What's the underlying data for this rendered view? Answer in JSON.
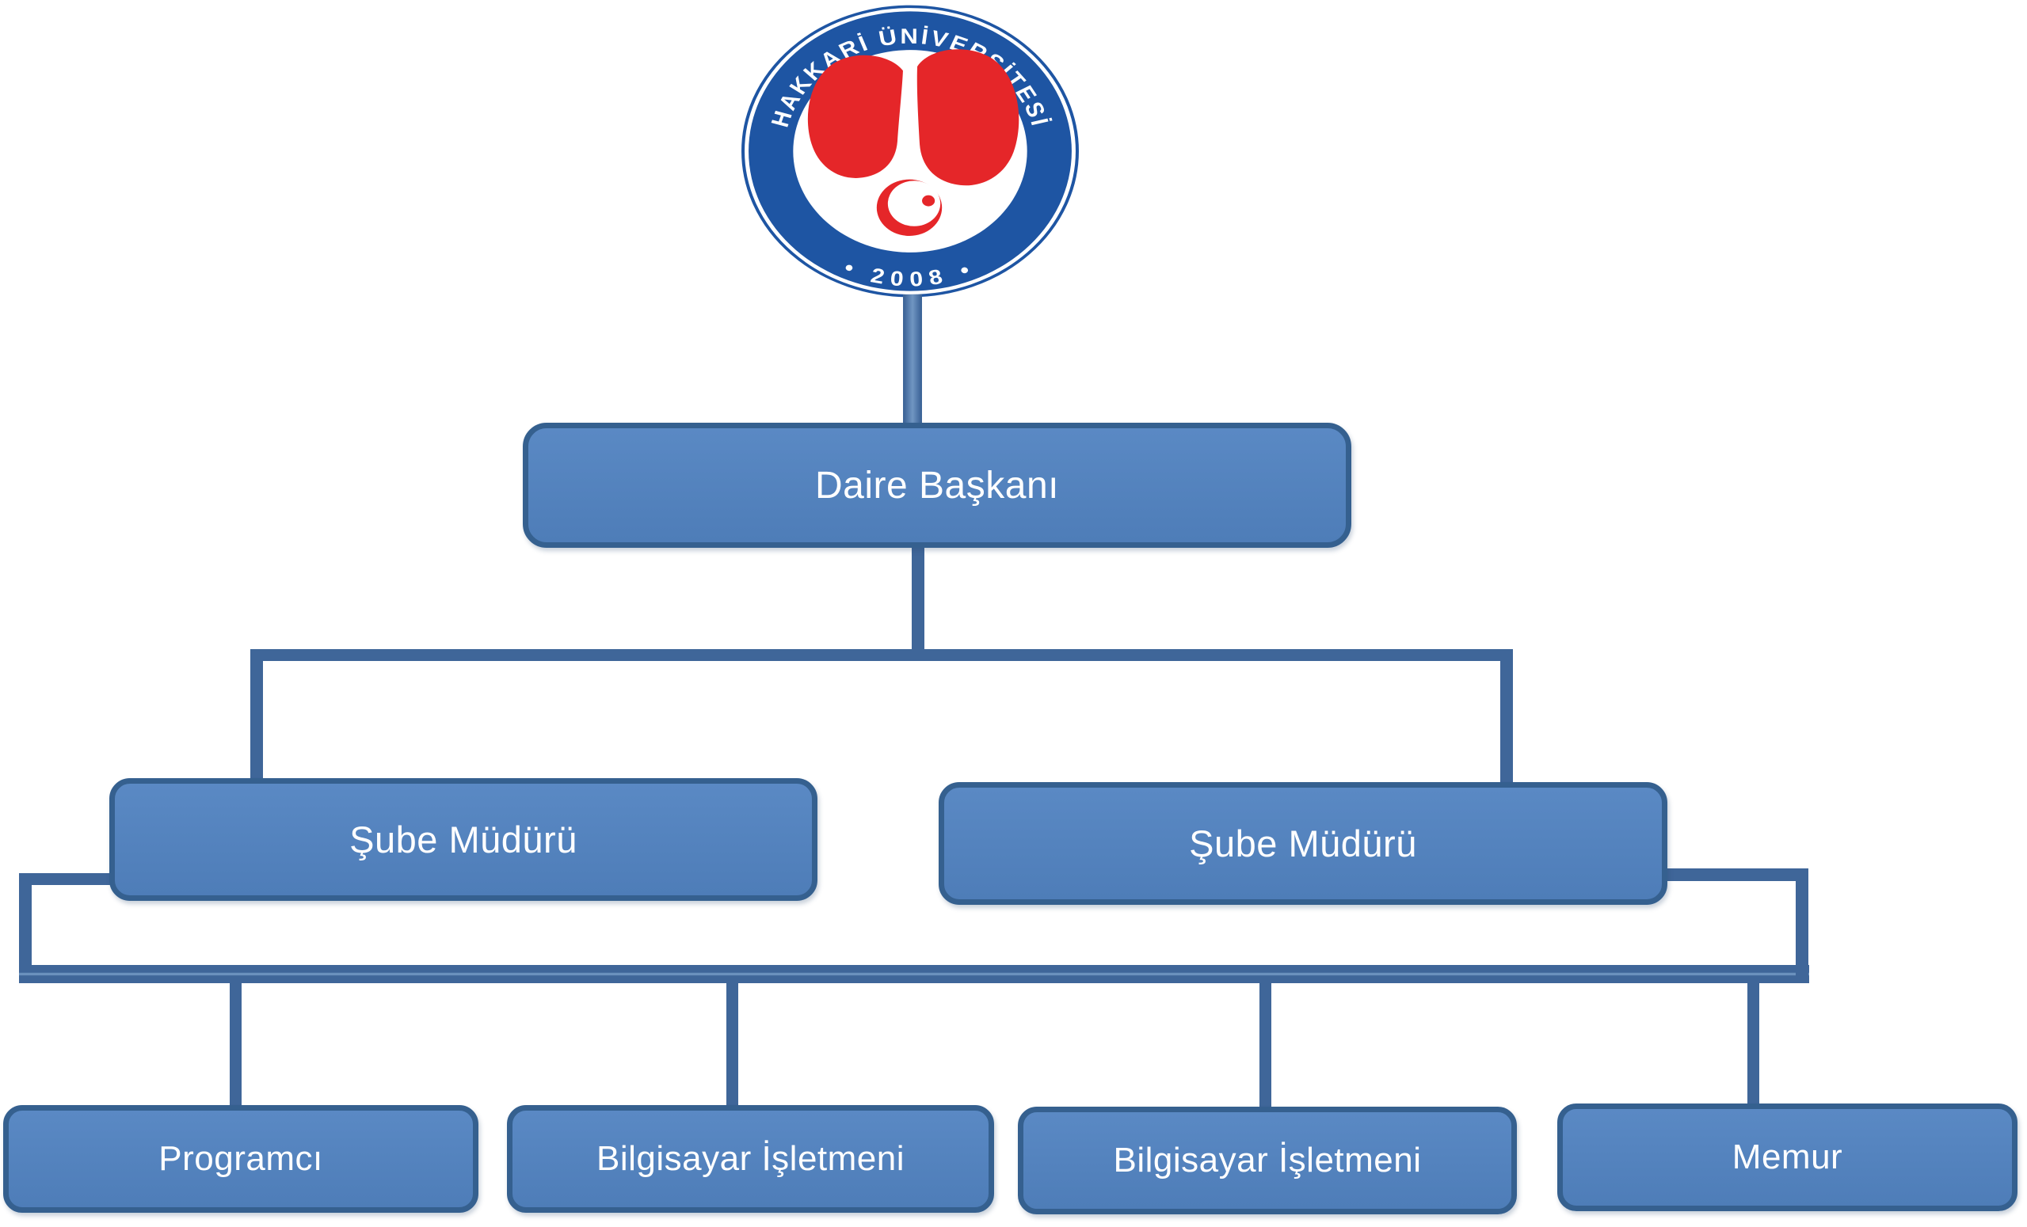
{
  "logo": {
    "university_name": "HAKKARİ ÜNİVERSİTESİ",
    "year_text": "• 2008 •"
  },
  "org_chart": {
    "root": {
      "label": "Daire Başkanı"
    },
    "managers": [
      {
        "label": "Şube Müdürü"
      },
      {
        "label": "Şube Müdürü"
      }
    ],
    "staff": [
      {
        "label": "Programcı"
      },
      {
        "label": "Bilgisayar İşletmeni"
      },
      {
        "label": "Bilgisayar İşletmeni"
      },
      {
        "label": "Memur"
      }
    ]
  },
  "colors": {
    "box_fill": "#4e7db8",
    "box_fill_light": "#5a89c4",
    "box_border": "#35608f",
    "connector": "#3f6699",
    "connector_light": "#7096c2",
    "logo_blue": "#1e55a3",
    "logo_red": "#e52629",
    "label_text": "#ffffff"
  }
}
